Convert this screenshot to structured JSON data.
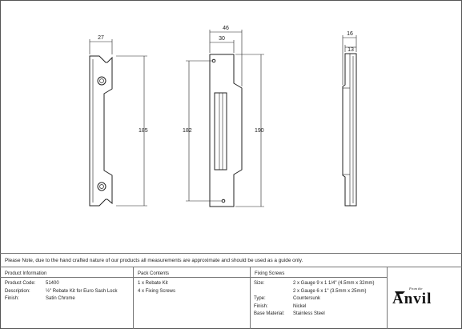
{
  "dimensions": {
    "width_27": "27",
    "length_185": "185",
    "width_46": "46",
    "width_30": "30",
    "length_182": "182",
    "length_190": "190",
    "depth_16": "16",
    "depth_13": "13"
  },
  "note": "Please Note, due to the hand crafted nature of our products all measurements are approximate and should be used as a guide only.",
  "product_information": {
    "title": "Product Information",
    "code_label": "Product Code:",
    "code_value": "51400",
    "desc_label": "Description:",
    "desc_value": "½\" Rebate Kit for Euro Sash Lock",
    "finish_label": "Finish:",
    "finish_value": "Satin Chrome"
  },
  "pack_contents": {
    "title": "Pack Contents",
    "line1": "1 x Rebate Kit",
    "line2": "4 x Fixing Screws"
  },
  "fixing_screws": {
    "title": "Fixing Screws",
    "size_label": "Size:",
    "size_line1": "2 x Gauge 9 x 1 1/4\" (4.5mm x 32mm)",
    "size_line2": "2 x Gauge 6 x 1\" (3.5mm x 25mm)",
    "type_label": "Type:",
    "type_value": "Countersunk",
    "finish_label": "Finish:",
    "finish_value": "Nickel",
    "base_label": "Base Material:",
    "base_value": "Stainless Steel"
  },
  "logo": {
    "small": "From the",
    "brand": "Anvil"
  }
}
